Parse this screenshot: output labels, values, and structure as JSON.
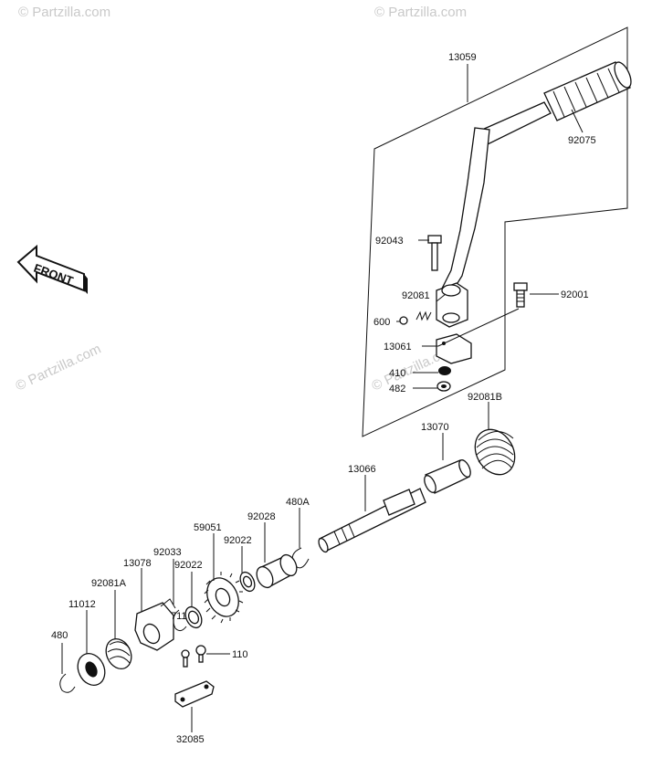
{
  "watermark": "© Partzilla.com",
  "front_label": "FRONT",
  "parts": {
    "p13059": "13059",
    "p92075": "92075",
    "p92043": "92043",
    "p92081": "92081",
    "p600": "600",
    "p92001": "92001",
    "p13061": "13061",
    "p410": "410",
    "p482": "482",
    "p92081B": "92081B",
    "p13070": "13070",
    "p13066": "13066",
    "p480A": "480A",
    "p92028": "92028",
    "p59051": "59051",
    "p92022a": "92022",
    "p92033": "92033",
    "p92022b": "92022",
    "p13078": "13078",
    "p92081A": "92081A",
    "p11012": "11012",
    "p480": "480",
    "p711": "711",
    "p110": "110",
    "p32085": "32085"
  }
}
